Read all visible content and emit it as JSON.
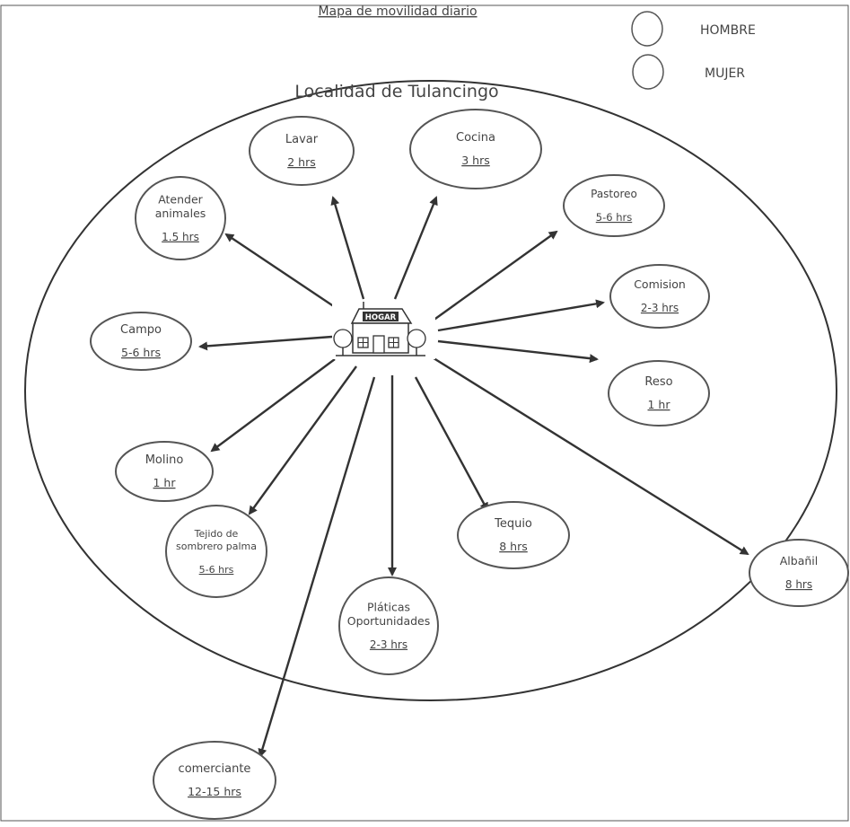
{
  "title": "Mapa de movilidad diario",
  "locality": "Localidad de Tulancingo",
  "legend": [
    {
      "label": "HOMBRE"
    },
    {
      "label": "MUJER"
    }
  ],
  "home": {
    "sign": "HOGAR"
  },
  "activities": [
    {
      "id": "lavar",
      "lines": [
        "Lavar"
      ],
      "duration": "2 hrs"
    },
    {
      "id": "cocina",
      "lines": [
        "Cocina"
      ],
      "duration": "3 hrs"
    },
    {
      "id": "atender-animales",
      "lines": [
        "Atender",
        "animales"
      ],
      "duration": "1.5 hrs"
    },
    {
      "id": "pastoreo",
      "lines": [
        "Pastoreo"
      ],
      "duration": "5-6 hrs"
    },
    {
      "id": "comision",
      "lines": [
        "Comision"
      ],
      "duration": "2-3 hrs"
    },
    {
      "id": "campo",
      "lines": [
        "Campo"
      ],
      "duration": "5-6 hrs"
    },
    {
      "id": "reso",
      "lines": [
        "Reso"
      ],
      "duration": "1 hr"
    },
    {
      "id": "molino",
      "lines": [
        "Molino"
      ],
      "duration": "1 hr"
    },
    {
      "id": "tejido",
      "lines": [
        "Tejido de",
        "sombrero palma"
      ],
      "duration": "5-6 hrs"
    },
    {
      "id": "tequio",
      "lines": [
        "Tequio"
      ],
      "duration": "8 hrs"
    },
    {
      "id": "platicas",
      "lines": [
        "Pláticas",
        "Oportunidades"
      ],
      "duration": "2-3 hrs"
    },
    {
      "id": "albanil",
      "lines": [
        "Albañil"
      ],
      "duration": "8 hrs"
    },
    {
      "id": "comerciante",
      "lines": [
        "comerciante"
      ],
      "duration": "12-15 hrs"
    }
  ]
}
